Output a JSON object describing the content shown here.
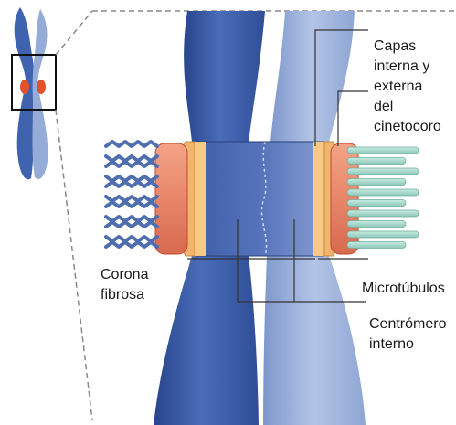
{
  "labels": {
    "capas": [
      "Capas",
      "interna y",
      "externa",
      "del",
      "cinetocoro"
    ],
    "corona": [
      "Corona",
      "fibrosa"
    ],
    "microtubulos": "Microtúbulos",
    "centromero": [
      "Centrómero",
      "interno"
    ]
  },
  "colors": {
    "chromatid_dark": "#3e5fa8",
    "chromatid_light": "#9bb0d8",
    "kinetochore_inner": "#e8866a",
    "kinetochore_outer": "#f2b56e",
    "corona": "#5a78b4",
    "microtubule": "#a8d8cc",
    "centromere_red": "#e0522d"
  }
}
